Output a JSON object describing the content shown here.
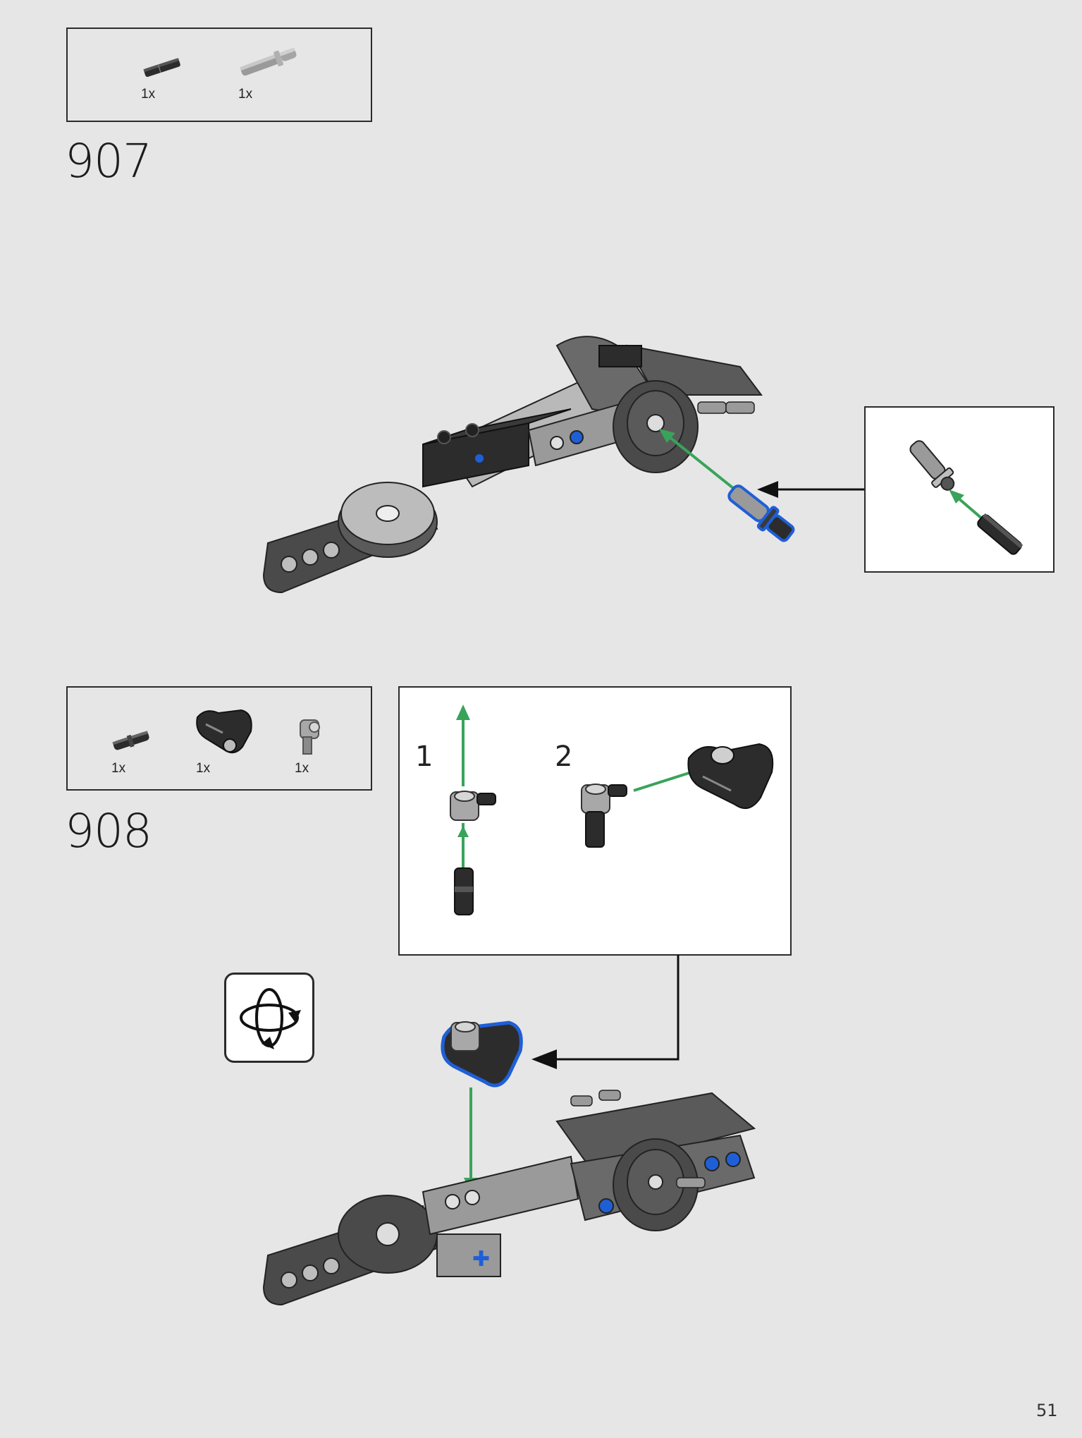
{
  "steps": [
    {
      "number": "907",
      "parts": [
        {
          "qty": "1x",
          "icon": "black-axle-pin-icon"
        },
        {
          "qty": "1x",
          "icon": "grey-long-pin-icon"
        }
      ]
    },
    {
      "number": "908",
      "parts": [
        {
          "qty": "1x",
          "icon": "black-pin-icon"
        },
        {
          "qty": "1x",
          "icon": "black-double-bent-beam-icon"
        },
        {
          "qty": "1x",
          "icon": "grey-angle-connector-icon"
        }
      ],
      "substeps": [
        "1",
        "2"
      ]
    }
  ],
  "page_number": "51",
  "colors": {
    "background": "#e6e6e6",
    "arrow_green": "#3aa35a",
    "highlight_blue": "#1f5fd6",
    "dark_grey": "#4a4a4a",
    "light_grey": "#b8b8b8",
    "black_part": "#2c2c2c"
  }
}
